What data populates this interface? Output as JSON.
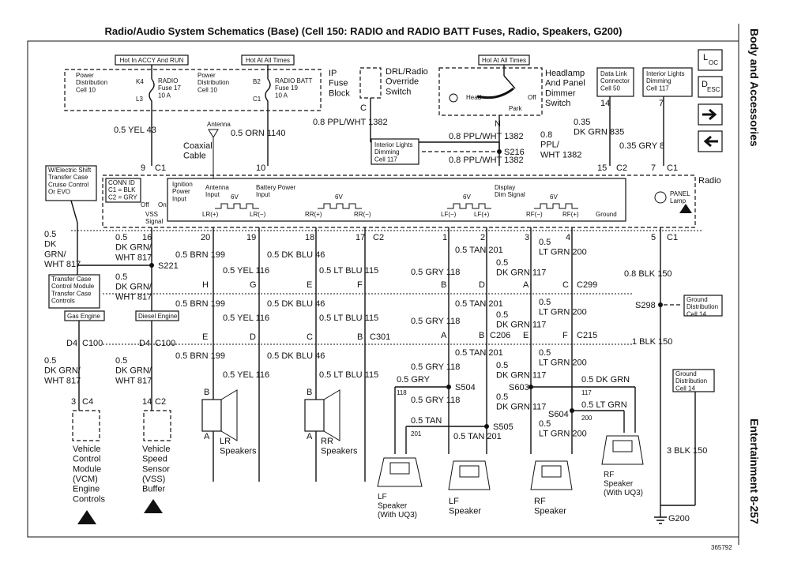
{
  "title": "Radio/Audio System Schematics (Base) (Cell 150: RADIO and RADIO BATT Fuses, Radio, Speakers, G200)",
  "side": {
    "top": "Body and Accessories",
    "bottom": "Entertainment   8-257"
  },
  "nav_icons": [
    {
      "name": "loc-icon",
      "label": "L",
      "sub": "OC"
    },
    {
      "name": "desc-icon",
      "label": "D",
      "sub": "ESC"
    },
    {
      "name": "arrow-right-icon",
      "label": "→"
    },
    {
      "name": "arrow-left-icon",
      "label": "←"
    }
  ],
  "figure_number": "365792",
  "fuse_block": {
    "hot_accy": "Hot In ACCY And RUN",
    "hot_all_1": "Hot At All Times",
    "hot_all_2": "Hot At All Times",
    "pd1": "Power\nDistribution\nCell 10",
    "pd2": "Power\nDistribution\nCell 10",
    "radio_fuse": "RADIO\nFuse 17\n10 A",
    "batt_fuse": "RADIO BATT\nFuse 19\n10 A",
    "k4": "K4",
    "l3": "L3",
    "b2": "B2",
    "c1": "C1",
    "ip_block": "IP\nFuse\nBlock"
  },
  "drl": {
    "label": "DRL/Radio\nOverride\nSwitch",
    "pin": "C"
  },
  "dimmer": {
    "label": "Headlamp\nAnd Panel\nDimmer\nSwitch",
    "head": "Head",
    "off": "Off",
    "park": "Park",
    "pin": "N"
  },
  "dlc": {
    "label": "Data Link\nConnector\nCell 50",
    "pin": "14"
  },
  "ild_top": {
    "label": "Interior Lights\nDimming\nCell 117",
    "pin": "7"
  },
  "ild_mid": {
    "label": "Interior Lights\nDimming\nCell 117"
  },
  "wires": {
    "yel43": "0.5 YEL   43",
    "orn1140": "0.5 ORN   1140",
    "ppl1382a": "0.8 PPL/WHT   1382",
    "ppl1382b": "0.8 PPL/WHT   1382",
    "ppl1382c": "0.8 PPL/WHT   1382",
    "ppl1382d": "0.8\nPPL/\nWHT   1382",
    "dkgrn835": "0.35\nDK GRN   835",
    "gry8": "0.35 GRY   8",
    "antenna": "Antenna",
    "coax": "Coaxial\nCable",
    "s216": "S216"
  },
  "radio": {
    "name": "Radio",
    "conn_id": "CONN ID\nC1 = BLK\nC2 = GRY",
    "off": "Off",
    "on": "On",
    "vss": "VSS\nSignal",
    "ign": "Ignition\nPower\nInput",
    "ant_in": "Antenna\nInput",
    "batt_in": "Battery Power\nInput",
    "v6": "6V",
    "display": "Display\nDim Signal",
    "panel": "PANEL\nLamp",
    "ground": "Ground",
    "lrp": "LR(+)",
    "lrm": "LR(−)",
    "rrp": "RR(+)",
    "rrm": "RR(−)",
    "lfm": "LF(−)",
    "lfp": "LF(+)",
    "rfm": "RF(−)",
    "rfp": "RF(+)"
  },
  "pins": {
    "p9": "9",
    "c1a": "C1",
    "p10": "10",
    "p15": "15",
    "c2a": "C2",
    "p7": "7",
    "c1b": "C1",
    "p16": "16",
    "p20": "20",
    "p19": "19",
    "p18": "18",
    "p17": "17",
    "c2b": "C2",
    "p1": "1",
    "p2": "2",
    "p3": "3",
    "p4": "4",
    "p5": "5",
    "c1c": "C1"
  },
  "left": {
    "shift": "W/Electric Shift\nTransfer Case\nCruise Control\nOr EVO",
    "dkgrn817a": "0.5\nDK\nGRN/\nWHT   817",
    "dkgrn817b": "0.5\nDK GRN/\nWHT   817",
    "dkgrn817c": "0.5\nDK GRN/\nWHT   817",
    "s221": "S221",
    "tccm": "Transfer Case\nControl Module\nTransfer Case\nControls",
    "gas": "Gas Engine",
    "diesel": "Diesel Engine",
    "d4a": "D4",
    "c100a": "C100",
    "d4b": "D4",
    "c100b": "C100",
    "dkgrn817d": "0.5\nDK GRN/\nWHT   817",
    "dkgrn817e": "0.5\nDK GRN/\nWHT   817",
    "p3": "3",
    "c4": "C4",
    "p14": "14",
    "c2": "C2",
    "vcm": "Vehicle\nControl\nModule\n(VCM)\nEngine\nControls",
    "vss": "Vehicle\nSpeed\nSensor\n(VSS)\nBuffer"
  },
  "rear": {
    "brn199a": "0.5 BRN   199",
    "yel116a": "0.5 YEL   116",
    "blu46a": "0.5 DK BLU   46",
    "ltblu115a": "0.5 LT BLU   115",
    "brn199b": "0.5 BRN   199",
    "yel116b": "0.5 YEL   116",
    "blu46b": "0.5 DK BLU   46",
    "ltblu115b": "0.5 LT BLU   115",
    "brn199c": "0.5 BRN   199",
    "yel116c": "0.5 YEL   116",
    "blu46c": "0.5 DK BLU   46",
    "ltblu115c": "0.5 LT BLU   115",
    "H": "H",
    "G": "G",
    "E1": "E",
    "F1": "F",
    "E2": "E",
    "D2": "D",
    "C2": "C",
    "B2": "B",
    "c301": "C301",
    "lr": "LR\nSpeakers",
    "rr": "RR\nSpeakers",
    "B": "B",
    "A": "A"
  },
  "front": {
    "tan201a": "0.5 TAN   201",
    "ltgrn200a": "0.5\nLT GRN   200",
    "gry118a": "0.5 GRY   118",
    "dkgrn117a": "0.5\nDK GRN   117",
    "tan201b": "0.5 TAN   201",
    "ltgrn200b": "0.5\nLT GRN   200",
    "gry118b": "0.5 GRY   118",
    "dkgrn117b": "0.5\nDK GRN   117",
    "tan201c": "0.5 TAN   201",
    "ltgrn200c": "0.5\nLT GRN   200",
    "gry118c": "0.5 GRY   118",
    "dkgrn117c": "0.5\nDK GRN   117",
    "gry118d": "0.5 GRY",
    "n118": "118",
    "gry118e": "0.5 GRY   118",
    "dkgrn117d": "0.5 DK GRN",
    "n117": "117",
    "dkgrn117e": "0.5\nDK GRN   117",
    "ltgrn200d": "0.5 LT GRN",
    "n200": "200",
    "ltgrn200e": "0.5\nLT GRN   200",
    "tan201d": "0.5 TAN",
    "n201": "201",
    "tan201e": "0.5 TAN   201",
    "B1": "B",
    "D1": "D",
    "A1": "A",
    "C1": "C",
    "c299": "C299",
    "A2": "A",
    "B2": "B",
    "c206": "C206",
    "E2": "E",
    "F2": "F",
    "c215": "C215",
    "s504": "S504",
    "s505": "S505",
    "s603": "S603",
    "s604": "S604",
    "lf_uq3": "LF\nSpeaker\n(With UQ3)",
    "lf": "LF\nSpeaker",
    "rf": "RF\nSpeaker",
    "rf_uq3": "RF\nSpeaker\n(With UQ3)"
  },
  "ground": {
    "blk150a": "0.8 BLK   150",
    "s298": "S298",
    "gd1": "Ground\nDistribution\nCell 14",
    "blk150b": "1 BLK   150",
    "gd2": "Ground\nDistribution\nCell 14",
    "blk150c": "3 BLK   150",
    "g200": "G200"
  }
}
